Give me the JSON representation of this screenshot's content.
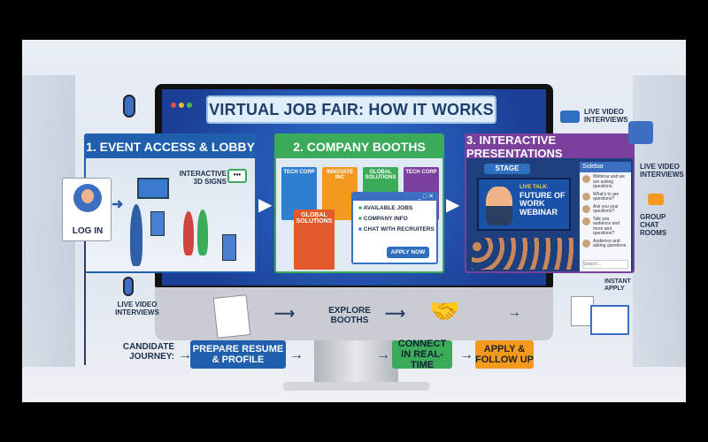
{
  "title": "VIRTUAL JOB FAIR: HOW IT WORKS",
  "panels": [
    {
      "heading": "1. EVENT ACCESS & LOBBY",
      "login_label": "LOG IN",
      "signs_label": "INTERACTIVE 3D SIGNS",
      "color": "#1f5fae"
    },
    {
      "heading": "2. COMPANY BOOTHS",
      "color": "#3bab5a",
      "booths": [
        "TECH CORP",
        "INNOVATE INC",
        "GLOBAL SOLUTIONS",
        "TECH CORP",
        "GLOBAL SOLUTIONS"
      ],
      "popup": {
        "items": [
          "AVAILABLE JOBS",
          "COMPANY INFO",
          "CHAT WITH RECRUITERS"
        ],
        "apply_button": "APPLY NOW"
      }
    },
    {
      "heading": "3. INTERACTIVE PRESENTATIONS",
      "color": "#7b3f9e",
      "stage_label": "STAGE",
      "live_talk": "LIVE TALK:",
      "webinar_title": "FUTURE OF WORK WEBINAR",
      "sidebar": {
        "title": "Sidebar",
        "messages": [
          "Webinar and we are asking questions.",
          "What's to are questions?",
          "Ask you your questions?",
          "Talk you audience and more and questions?",
          "Audience and asking questions."
        ],
        "search_placeholder": "Search..."
      }
    }
  ],
  "side_labels": {
    "live_video_top": "LIVE VIDEO INTERVIEWS",
    "live_video_right": "LIVE VIDEO INTERVIEWS",
    "group_chat": "GROUP CHAT ROOMS",
    "live_video_left": "LIVE VIDEO INTERVIEWS",
    "instant_apply": "INSTANT APPLY"
  },
  "journey": {
    "label": "CANDIDATE JOURNEY:",
    "steps": [
      {
        "label": "PREPARE RESUME & PROFILE",
        "color": "#1f5fae"
      },
      {
        "label": "EXPLORE BOOTHS",
        "color": ""
      },
      {
        "label": "CONNECT IN REAL-TIME",
        "color": "#3bab5a"
      },
      {
        "label": "APPLY & FOLLOW UP",
        "color": "#f39a1e"
      }
    ]
  }
}
